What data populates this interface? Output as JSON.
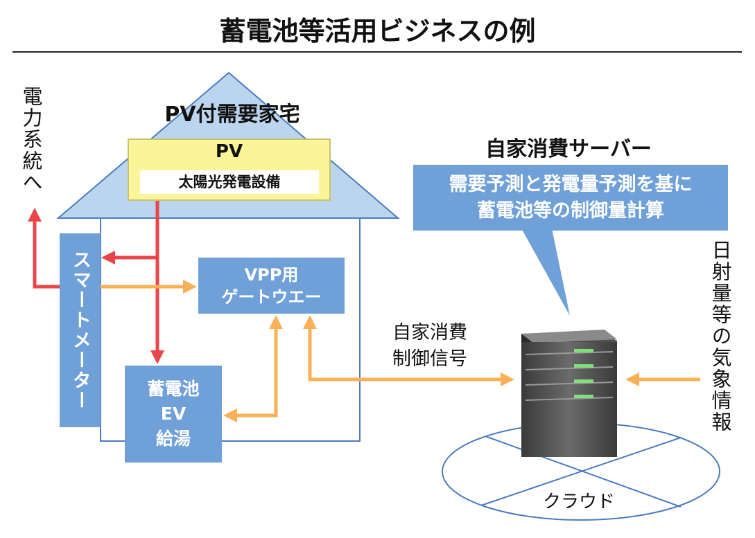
{
  "title": "蓄電池等活用ビジネスの例",
  "house": {
    "title": "PV付需要家宅",
    "pv_label": "PV",
    "pv_sub": "太陽光発電設備",
    "smart_meter": "スマートメーター",
    "vpp_line1": "VPP用",
    "vpp_line2": "ゲートウエー",
    "battery_line1": "蓄電池",
    "battery_line2": "EV",
    "battery_line3": "給湯"
  },
  "grid_label": "電力系統へ",
  "server": {
    "title": "自家消費サーバー",
    "bubble_line1": "需要予測と発電量予測を基に",
    "bubble_line2": "蓄電池等の制御量計算"
  },
  "signal_line1": "自家消費",
  "signal_line2": "制御信号",
  "weather_label": "日射量等の気象情報",
  "cloud_label": "クラウド",
  "colors": {
    "red_arrow": "#e8464a",
    "orange_arrow": "#f9b057",
    "blue_box": "#6fa0d8",
    "roof": "#bcd5ee",
    "house_outline": "#4a7cc0",
    "pv_fill": "#fbf59a"
  }
}
